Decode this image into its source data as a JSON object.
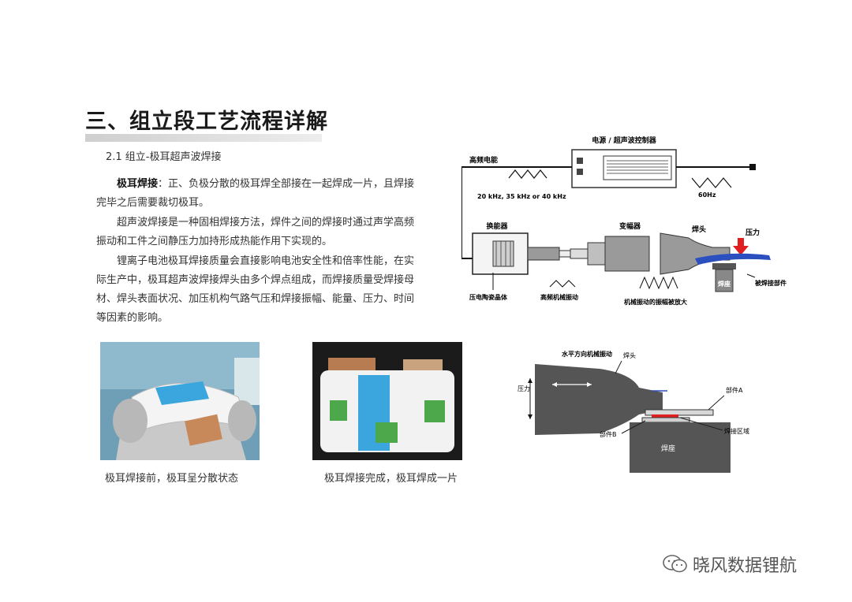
{
  "page": {
    "title": "三、组立段工艺流程详解",
    "subtitle": "2.1 组立-极耳超声波焊接"
  },
  "body": {
    "p1_term": "极耳焊接",
    "p1_rest": "：正、负极分散的极耳焊全部接在一起焊成一片，且焊接完毕之后需要裁切极耳。",
    "p2": "超声波焊接是一种固相焊接方法，焊件之间的焊接时通过声学高频振动和工件之间静压力加持形成热能作用下实现的。",
    "p3": "锂离子电池极耳焊接质量会直接影响电池安全性和倍率性能，在实际生产中，极耳超声波焊接焊头由多个焊点组成，而焊接质量受焊接母材、焊头表面状况、加压机构气路气压和焊接振幅、能量、压力、时间等因素的影响。"
  },
  "photos": {
    "before_caption": "极耳焊接前，极耳呈分散状态",
    "after_caption": "极耳焊接完成，极耳焊成一片"
  },
  "diagram1": {
    "controller_label": "电源 / 超声波控制器",
    "hf_energy": "高频电能",
    "freq_note": "20 kHz, 35 kHz or 40 kHz",
    "mains": "60Hz",
    "transducer": "换能器",
    "booster": "变幅器",
    "horn": "焊头",
    "pressure": "压力",
    "piezo": "压电陶瓷晶体",
    "hf_vibration": "高频机械振动",
    "amplified": "机械振动的振幅被放大",
    "workpiece": "被焊接部件",
    "anvil": "焊座"
  },
  "diagram2": {
    "horizontal_vib": "水平方向机械振动",
    "horn": "焊头",
    "pressure": "压力",
    "part_a": "部件A",
    "part_b": "部件B",
    "weld_zone": "焊接区域",
    "anvil": "焊座"
  },
  "watermark": {
    "text": "晓风数据锂航"
  },
  "colors": {
    "tape_blue": "#3aa6dd",
    "tape_green": "#4ca84a",
    "arrow_red": "#e02020",
    "tab_copper": "#c8895a"
  }
}
